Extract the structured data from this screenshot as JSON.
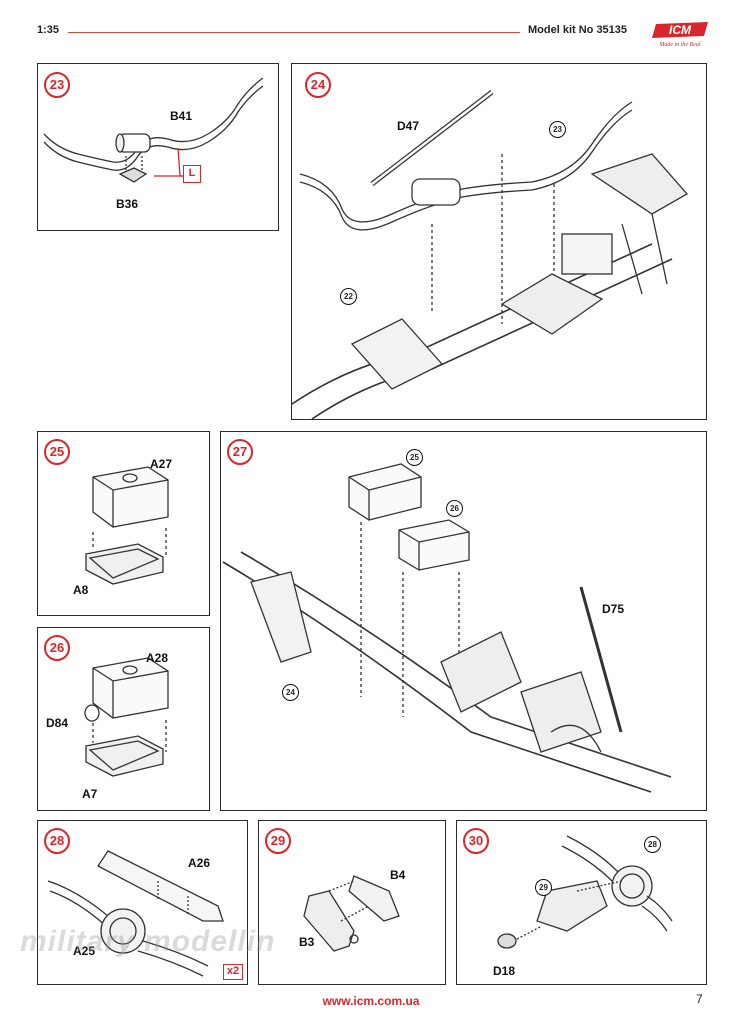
{
  "header": {
    "scale": "1:35",
    "kit_label": "Model kit No 35135",
    "logo_text": "ICM",
    "logo_tagline": "Made in the Real",
    "colors": {
      "accent": "#d9262b",
      "rule": "#d94a3a"
    }
  },
  "steps": [
    {
      "number": "23",
      "parts": [
        "B41",
        "B36"
      ],
      "tag": "L"
    },
    {
      "number": "24",
      "parts": [
        "D47"
      ],
      "refs": [
        "23",
        "22"
      ]
    },
    {
      "number": "25",
      "parts": [
        "A27",
        "A8"
      ]
    },
    {
      "number": "26",
      "parts": [
        "A28",
        "D84",
        "A7"
      ]
    },
    {
      "number": "27",
      "parts": [
        "D75"
      ],
      "refs": [
        "25",
        "26",
        "24"
      ]
    },
    {
      "number": "28",
      "parts": [
        "A26",
        "A25"
      ],
      "quantity": "x2"
    },
    {
      "number": "29",
      "parts": [
        "B4",
        "B3"
      ]
    },
    {
      "number": "30",
      "parts": [
        "D18"
      ],
      "refs": [
        "28",
        "29"
      ]
    }
  ],
  "watermark": "military modellin",
  "footer": {
    "website": "www.icm.com.ua",
    "page": "7"
  }
}
